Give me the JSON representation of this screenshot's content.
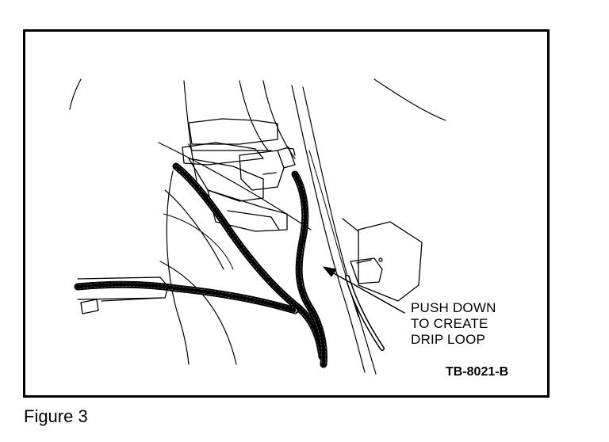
{
  "callout": {
    "line1": "PUSH DOWN",
    "line2": "TO CREATE",
    "line3": "DRIP LOOP"
  },
  "figure_ref": "TB-8021-B",
  "caption": "Figure 3",
  "colors": {
    "ink": "#000000",
    "paper": "#ffffff"
  }
}
